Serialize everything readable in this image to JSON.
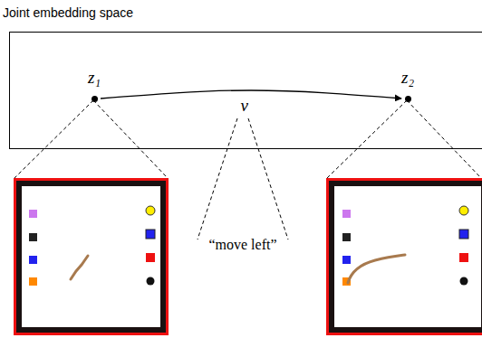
{
  "diagram": {
    "nodes": [
      {
        "text": [
          "Joint embedding space"
        ]
      },
      {
        "text": [
          "z₁"
        ],
        "in": 0
      },
      {
        "text": [
          "z₂"
        ],
        "in": 0
      }
    ],
    "edges": [
      {
        "from": 1,
        "to": 2,
        "arrow": "to",
        "label": "v⃗"
      }
    ],
    "labels": [
      "“move left”"
    ]
  }
}
